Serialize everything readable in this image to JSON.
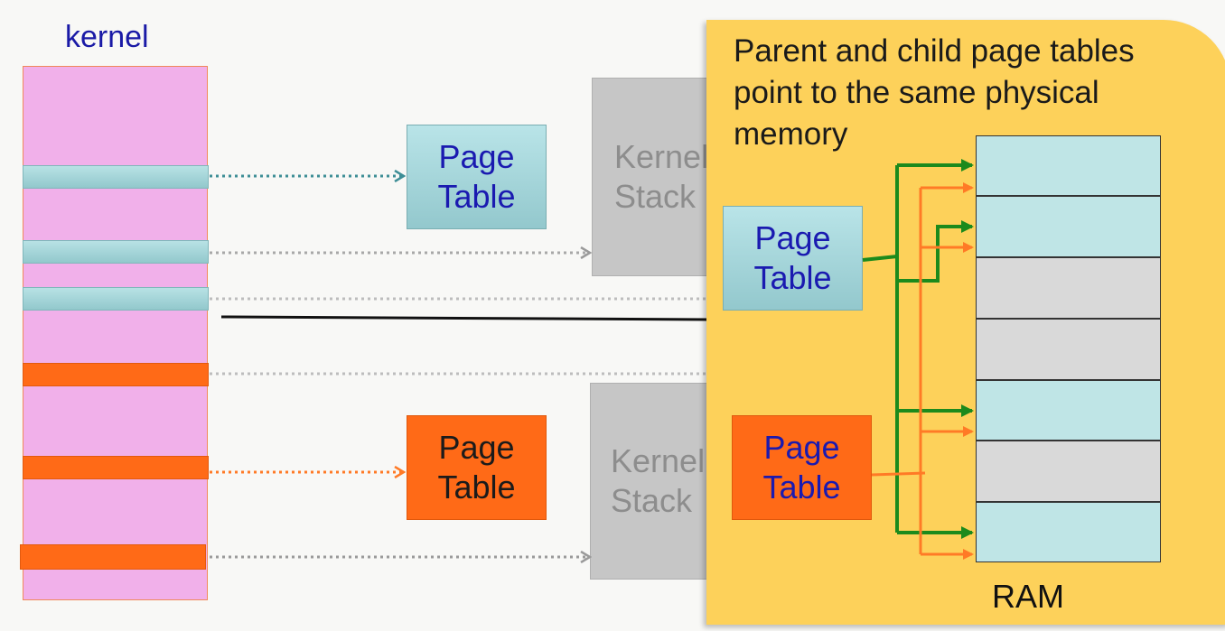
{
  "kernel_label": "kernel",
  "parent_page_table": [
    "Page",
    "Table"
  ],
  "child_page_table": [
    "Page",
    "Table"
  ],
  "kernel_stack_top": [
    "Kernel",
    "Stack"
  ],
  "kernel_stack_bottom": [
    "Kernel",
    "Stack"
  ],
  "callout": {
    "lines": [
      "Parent and child page tables",
      "point to the same physical",
      "memory"
    ],
    "parent_page_table": [
      "Page",
      "Table"
    ],
    "child_page_table": [
      "Page",
      "Table"
    ],
    "ram_label": "RAM"
  },
  "colors": {
    "kernel_fill": "#f1b0ea",
    "parent_teal": "#a6d6da",
    "child_orange": "#ff6a17",
    "callout_bg": "#fdd15a",
    "green_arrow": "#1c8a1c",
    "orange_arrow": "#ff7a26"
  }
}
